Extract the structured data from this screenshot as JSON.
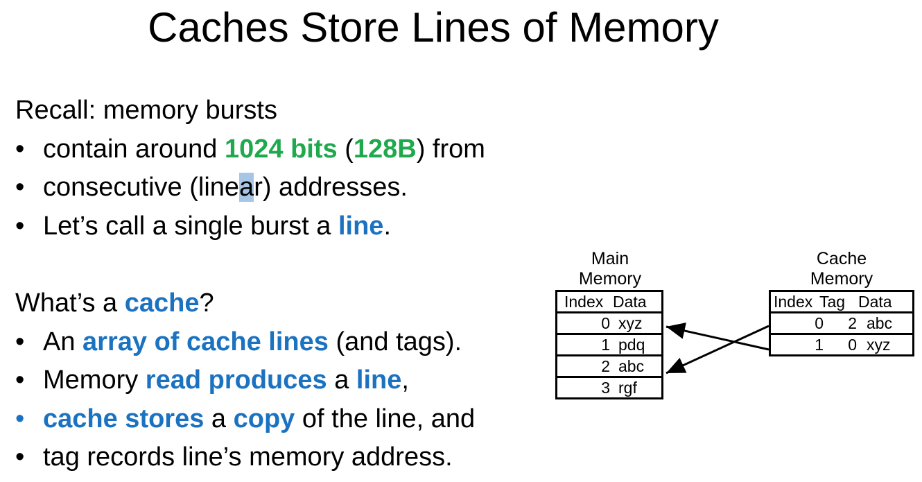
{
  "title": "Caches Store Lines of Memory",
  "section1": {
    "heading": "Recall: memory bursts",
    "bullets": [
      {
        "parts": [
          "contain around ",
          "1024 bits",
          " (",
          "128B",
          ") from"
        ]
      },
      {
        "parts": [
          "consecutive (line",
          "a",
          "r) addresses."
        ]
      },
      {
        "parts": [
          "Let’s call a single burst a ",
          "line",
          "."
        ]
      }
    ]
  },
  "section2": {
    "heading_parts": [
      "What’s a ",
      "cache",
      "?"
    ],
    "bullets": [
      {
        "parts": [
          "An ",
          "array of cache lines",
          " (and tags)."
        ]
      },
      {
        "parts": [
          "Memory ",
          "read produces",
          " a ",
          "line",
          ","
        ]
      },
      {
        "parts": [
          "cache stores",
          " a ",
          "copy",
          " of the line, and"
        ]
      },
      {
        "parts": [
          "tag records line’s memory address."
        ]
      }
    ]
  },
  "bullet_char": "•",
  "diagram": {
    "main_memory": {
      "label_line1": "Main",
      "label_line2": "Memory",
      "header": {
        "index": "Index",
        "data": "Data"
      },
      "rows": [
        {
          "index": "0",
          "data": "xyz"
        },
        {
          "index": "1",
          "data": "pdq"
        },
        {
          "index": "2",
          "data": "abc"
        },
        {
          "index": "3",
          "data": "rgf"
        }
      ]
    },
    "cache_memory": {
      "label_line1": "Cache",
      "label_line2": "Memory",
      "header": {
        "index": "Index",
        "tag": "Tag",
        "data": "Data"
      },
      "rows": [
        {
          "index": "0",
          "tag": "2",
          "data": "abc"
        },
        {
          "index": "1",
          "tag": "0",
          "data": "xyz"
        }
      ]
    }
  },
  "colors": {
    "green": "#1FA84C",
    "blue": "#1B72C0",
    "highlight": "#A7C6E6"
  }
}
